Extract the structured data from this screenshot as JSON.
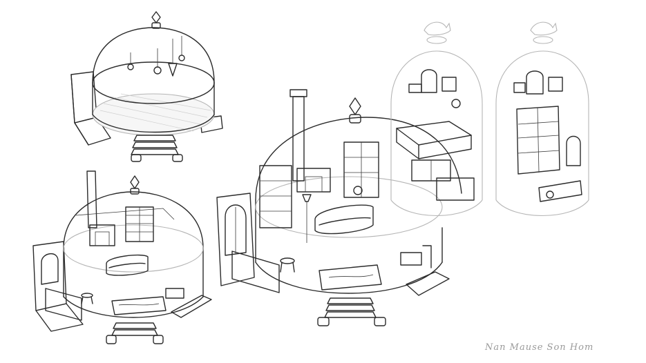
{
  "signature": {
    "text": "Nan Mause Son Hom"
  },
  "colors": {
    "ink": "#2b2b2b",
    "ghost_ink": "#b5b5b5",
    "paper": "#ffffff"
  },
  "drawings": [
    {
      "name": "empty-dome-stage",
      "kind": "glass dome with hanging ornaments"
    },
    {
      "name": "furnished-dome-small",
      "kind": "glass dome interior with chimney, bookshelf, sofa"
    },
    {
      "name": "furnished-dome-large",
      "kind": "large glass dome interior with chimney, bookshelf, sofa, rug, stairs"
    },
    {
      "name": "tall-jar-bedroom",
      "kind": "tall glass jar with bed and shelves, unicorn finial"
    },
    {
      "name": "tall-jar-cabinet",
      "kind": "tall glass jar with cabinet, unicorn finial"
    }
  ]
}
